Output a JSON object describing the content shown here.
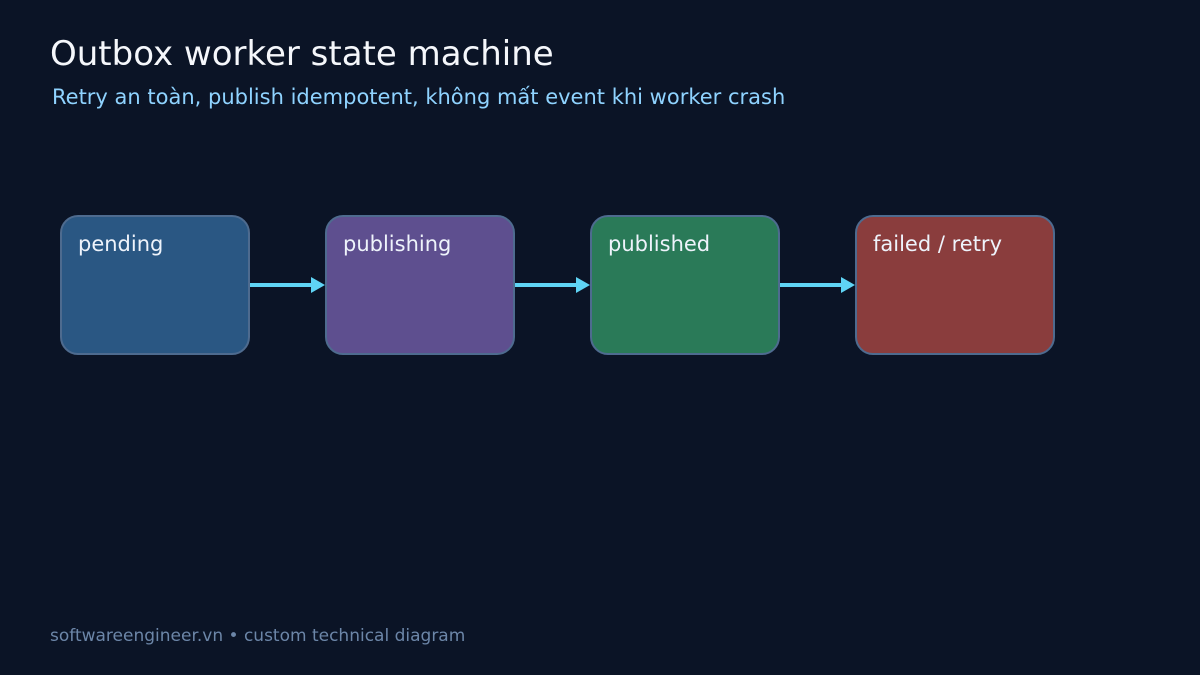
{
  "title": "Outbox worker state machine",
  "subtitle": "Retry an toàn, publish idempotent, không mất event khi worker crash",
  "states": [
    {
      "label": "pending",
      "color": "#2a5783"
    },
    {
      "label": "publishing",
      "color": "#5e4f8f"
    },
    {
      "label": "published",
      "color": "#2a7a58"
    },
    {
      "label": "failed / retry",
      "color": "#8a3d3d"
    }
  ],
  "colors": {
    "background": "#0b1426",
    "arrow": "#5fd4f5",
    "node_border": "#4e6b8f",
    "subtitle": "#8fd3ff",
    "footer": "#6c86a8"
  },
  "footer": "softwareengineer.vn • custom technical diagram"
}
